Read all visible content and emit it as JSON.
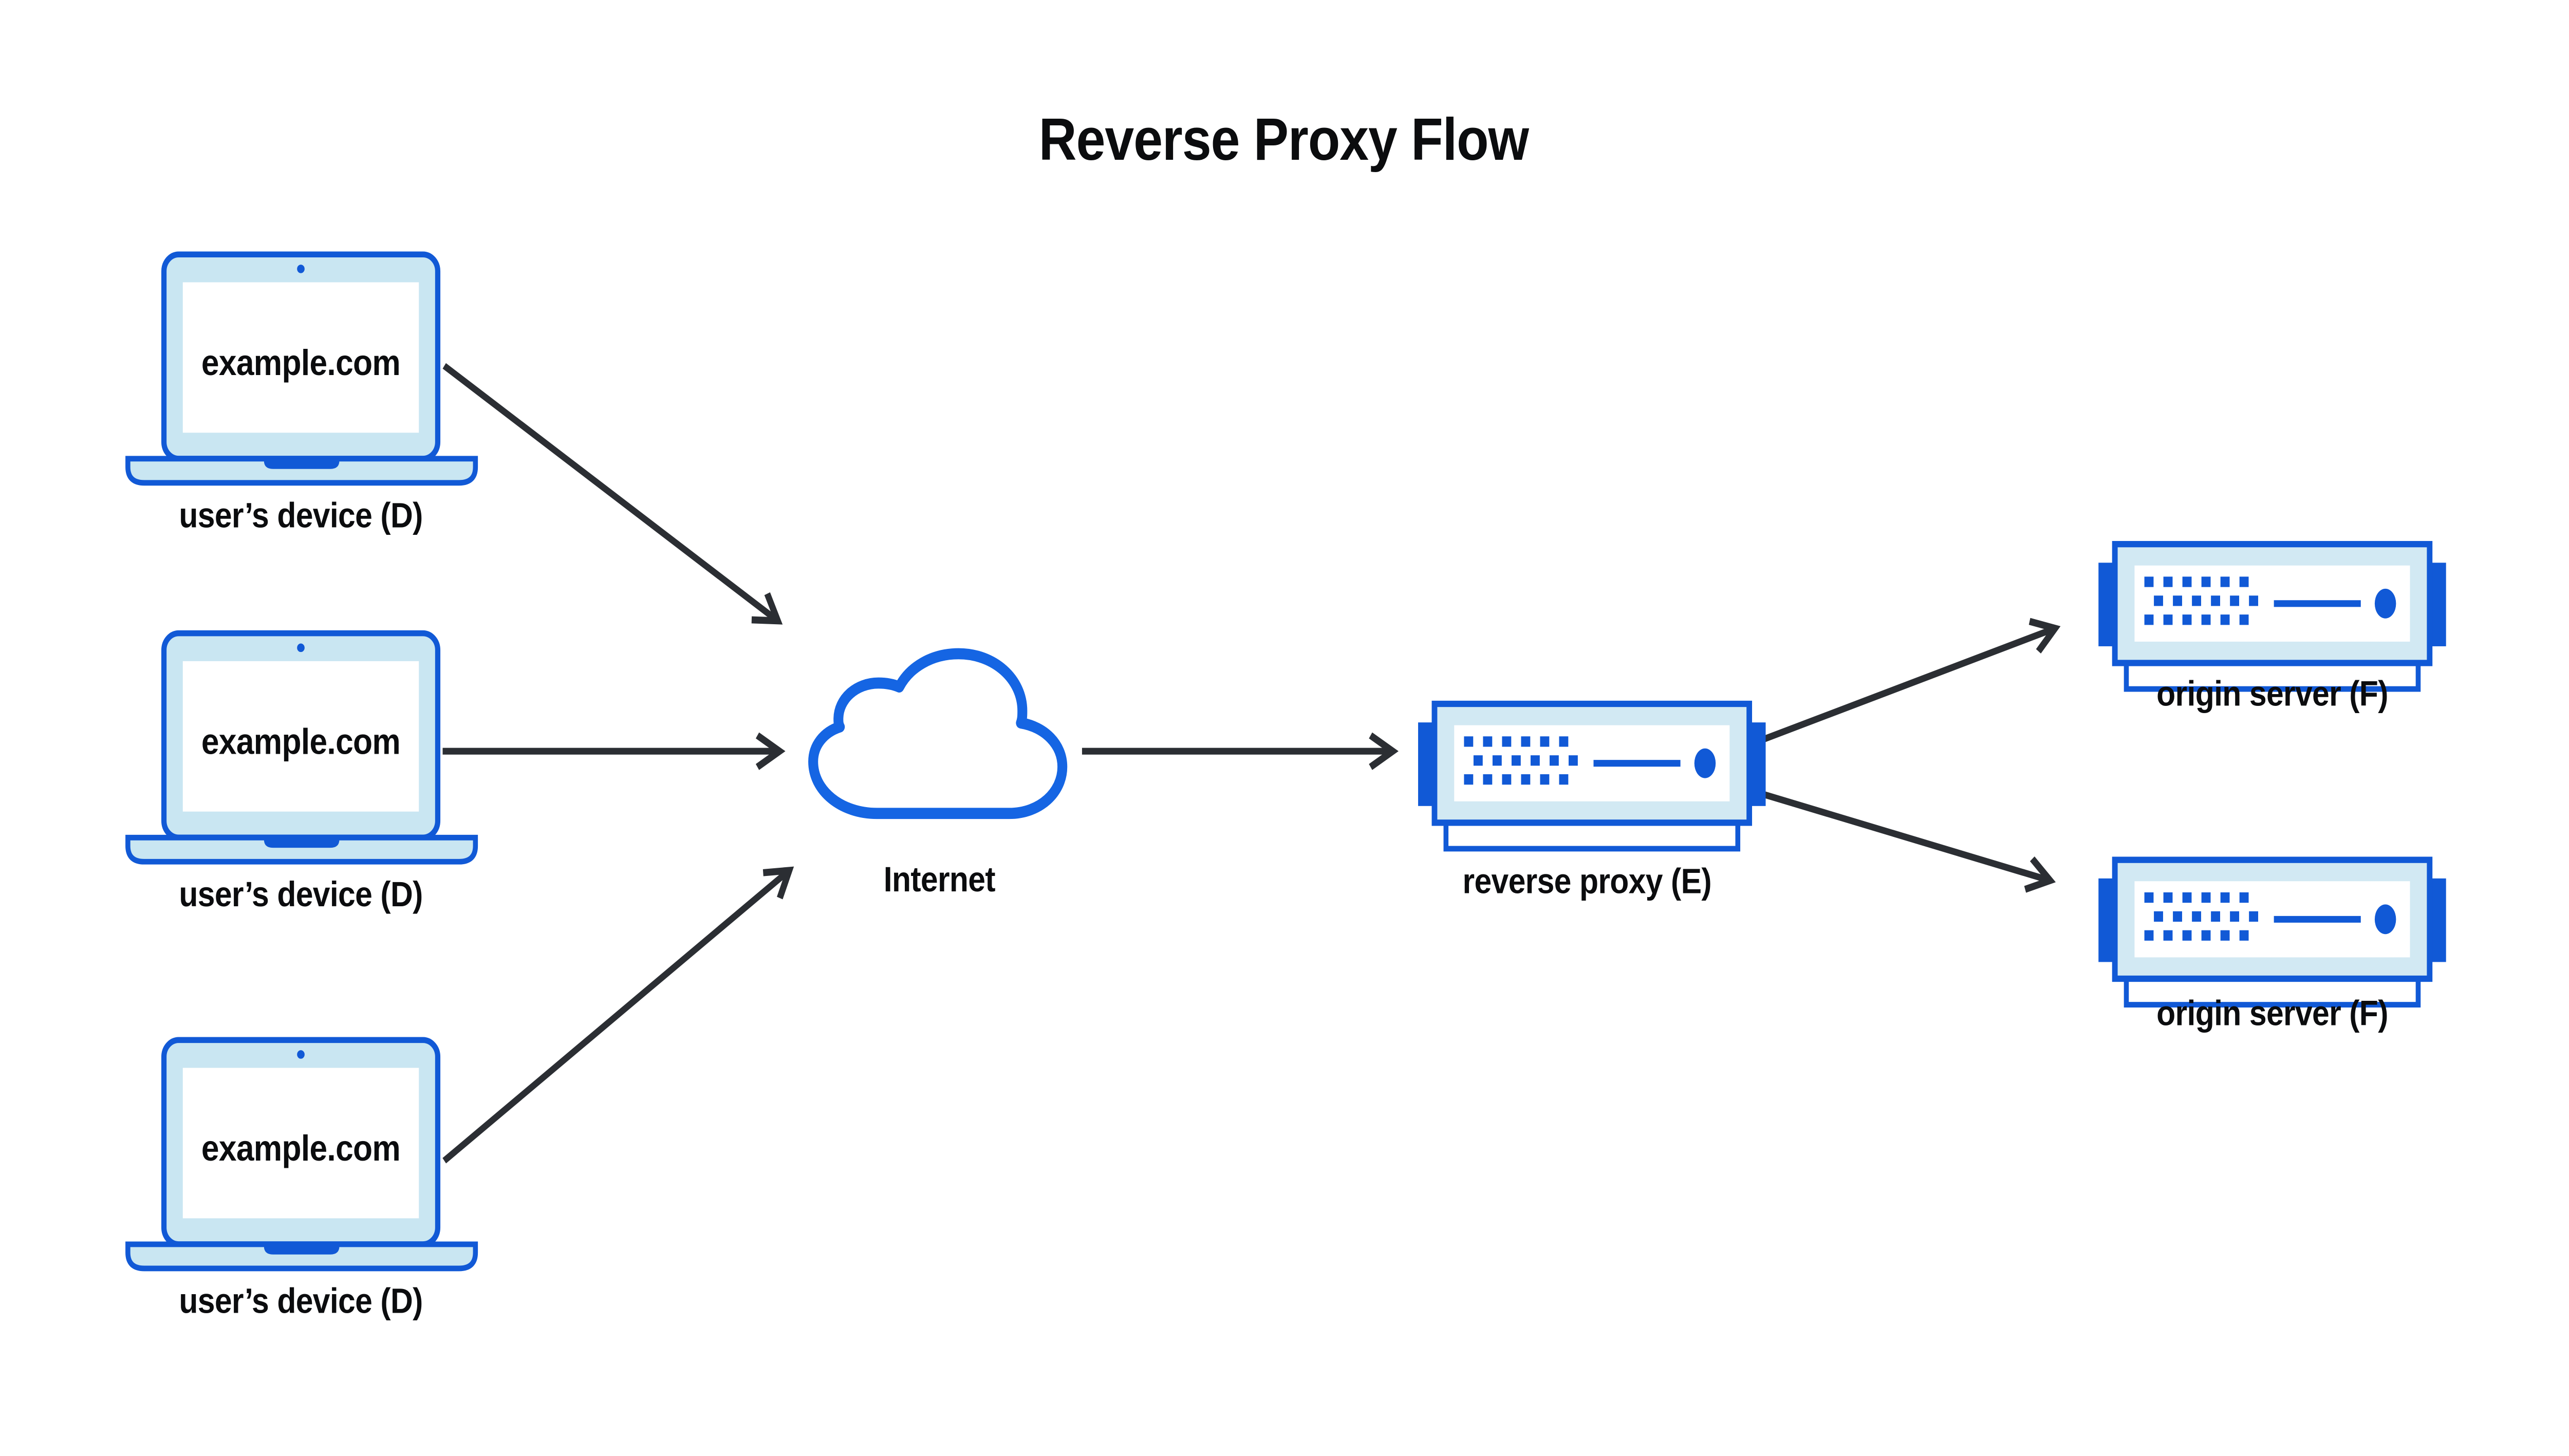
{
  "title": "Reverse Proxy Flow",
  "devices": [
    {
      "screen_text": "example.com",
      "label": "user’s device (D)"
    },
    {
      "screen_text": "example.com",
      "label": "user’s device (D)"
    },
    {
      "screen_text": "example.com",
      "label": "user’s device (D)"
    }
  ],
  "internet": {
    "label": "Internet"
  },
  "reverse_proxy": {
    "label": "reverse proxy (E)"
  },
  "origin_servers": [
    {
      "label": "origin server (F)"
    },
    {
      "label": "origin server (F)"
    }
  ],
  "edges": [
    {
      "from": "user’s device (D) #1",
      "to": "Internet"
    },
    {
      "from": "user’s device (D) #2",
      "to": "Internet"
    },
    {
      "from": "user’s device (D) #3",
      "to": "Internet"
    },
    {
      "from": "Internet",
      "to": "reverse proxy (E)"
    },
    {
      "from": "reverse proxy (E)",
      "to": "origin server (F) #1"
    },
    {
      "from": "reverse proxy (E)",
      "to": "origin server (F) #2"
    }
  ],
  "colors": {
    "accent_blue": "#1159d6",
    "cloud_blue": "#1565e3",
    "light_blue_laptop": "#c9e6f2",
    "light_blue_server": "#d2e9f3",
    "arrow": "#2b2e33",
    "text": "#0b0c0e",
    "background": "#ffffff"
  }
}
